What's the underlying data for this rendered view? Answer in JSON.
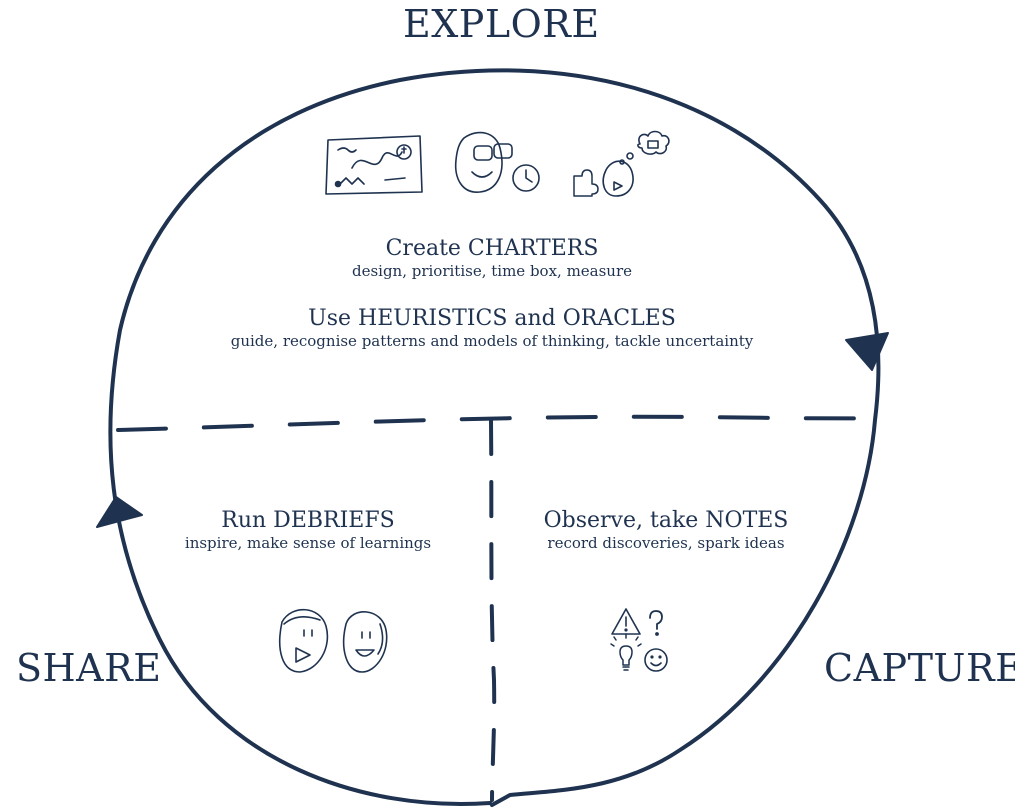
{
  "phases": {
    "explore": "EXPLORE",
    "share": "SHARE",
    "capture": "CAPTURE"
  },
  "charters": {
    "title": "Create CHARTERS",
    "subtitle": "design, prioritise, time box, measure"
  },
  "heuristics": {
    "title": "Use HEURISTICS and ORACLES",
    "subtitle": "guide, recognise patterns and models of thinking, tackle uncertainty"
  },
  "debriefs": {
    "title": "Run DEBRIEFS",
    "subtitle": "inspire, make sense of learnings"
  },
  "notes": {
    "title": "Observe, take NOTES",
    "subtitle": "record discoveries, spark ideas"
  },
  "icons": {
    "explore": [
      "map-icon",
      "binoculars-face-icon",
      "clock-icon",
      "puzzle-piece-icon",
      "thinking-face-icon"
    ],
    "share": [
      "talking-face-icon",
      "listening-face-icon"
    ],
    "capture": [
      "warning-triangle-icon",
      "question-mark-icon",
      "lightbulb-icon",
      "smiley-icon"
    ]
  },
  "colors": {
    "ink": "#1f3350",
    "background": "#ffffff"
  }
}
